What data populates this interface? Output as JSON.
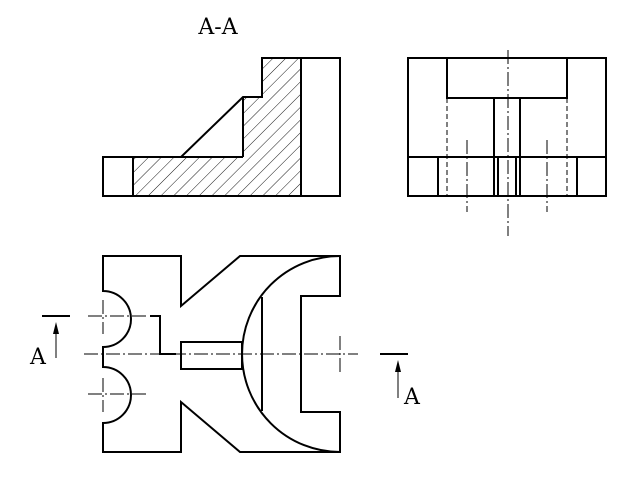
{
  "drawing": {
    "section_title": "A-A",
    "cut_label_left": "A",
    "cut_label_right": "A",
    "line_color": "#000000",
    "hatch": "diagonal-45"
  }
}
